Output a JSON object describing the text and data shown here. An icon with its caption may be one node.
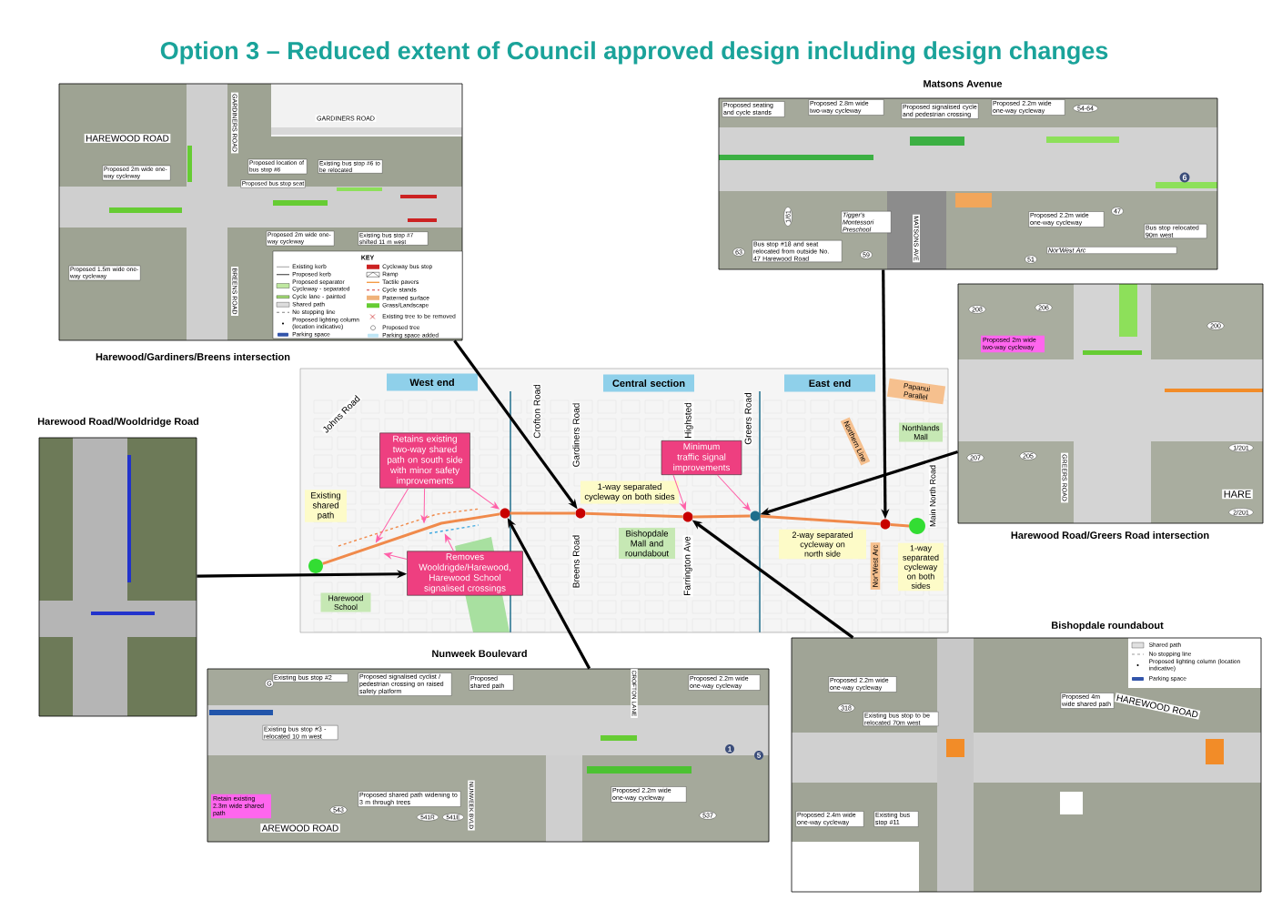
{
  "diagram": {
    "title": "Option 3 – Reduced extent of Council approved design including design changes",
    "nodes": [
      {
        "text": [
          "Harewood/Gardiners/Breens intersection"
        ]
      },
      {
        "text": [
          "Matsons Avenue"
        ]
      },
      {
        "text": [
          "Harewood Road/Wooldridge Road"
        ]
      },
      {
        "text": [
          "Harewood Road/Greers Road intersection"
        ]
      },
      {
        "text": [],
        "shape": "picture"
      },
      {
        "text": [
          "West end"
        ],
        "in": 4
      },
      {
        "text": [
          "Central section"
        ],
        "in": 4
      },
      {
        "text": [
          "East end"
        ],
        "in": 4
      },
      {
        "text": [
          "Retains existing two-way shared path on south side with minor safety improvements"
        ],
        "in": 4
      },
      {
        "text": [
          "Existing shared path"
        ],
        "in": 4
      },
      {
        "text": [
          "1-way separated cycleway on both sides"
        ],
        "in": 4
      },
      {
        "text": [
          "Minimum traffic signal improvements"
        ],
        "in": 4
      },
      {
        "text": [
          "2-way separated cycleway on north side"
        ],
        "in": 4
      },
      {
        "text": [
          "Papanui Parallel"
        ],
        "in": 4
      },
      {
        "text": [
          "Northern Line"
        ],
        "in": 4
      },
      {
        "text": [
          "Northlands Mall"
        ],
        "in": 4
      },
      {
        "text": [
          "Bishopdale Mall and roundabout"
        ],
        "in": 4
      },
      {
        "text": [
          "Harewood School"
        ],
        "in": 4
      },
      {
        "text": [
          "Removes Wooldrigde/Harewood, Harewood School signalised crossings"
        ],
        "in": 4
      },
      {
        "text": [
          "Nor'West Arc"
        ],
        "in": 4
      },
      {
        "text": [
          "1-way separated cycleway on both sides"
        ],
        "in": 4
      },
      {
        "text": [],
        "shape": "circle",
        "in": 4
      },
      {
        "text": [],
        "shape": "circle",
        "in": 4
      },
      {
        "text": [],
        "shape": "circle",
        "in": 4
      },
      {
        "text": [],
        "shape": "circle",
        "in": 4
      },
      {
        "text": [],
        "shape": "circle",
        "in": 4
      },
      {
        "text": [
          "Nunweek Boulevard"
        ]
      },
      {
        "text": [
          "Bishopdale roundabout"
        ]
      },
      {
        "text": [],
        "shape": "circle",
        "in": 4
      },
      {
        "text": [],
        "shape": "circle",
        "in": 4
      }
    ],
    "edges": [
      {
        "from": 0,
        "to": 22,
        "arrow": "to",
        "color": "#000000"
      },
      {
        "from": 1,
        "to": 25,
        "arrow": "to",
        "color": "#000000"
      },
      {
        "from": 3,
        "to": 24,
        "arrow": "to",
        "color": "#000000"
      },
      {
        "from": 27,
        "to": 23,
        "arrow": "to",
        "color": "#000000"
      },
      {
        "from": 26,
        "to": 21,
        "arrow": "to",
        "color": "#000000"
      },
      {
        "from": 2,
        "to": 18,
        "arrow": "to",
        "color": "#000000"
      },
      {
        "from": 8,
        "to": null,
        "arrow": "to"
      },
      {
        "from": 8,
        "to": null,
        "arrow": "to"
      },
      {
        "from": 8,
        "to": 21,
        "arrow": "to"
      },
      {
        "from": 18,
        "to": null,
        "arrow": "to"
      },
      {
        "from": 18,
        "to": null,
        "arrow": "to"
      },
      {
        "from": 11,
        "to": 23,
        "arrow": "to"
      },
      {
        "from": 11,
        "to": 24,
        "arrow": "to"
      },
      {
        "from": 28,
        "to": 21,
        "arrow": "none",
        "color": "#f08a4b"
      },
      {
        "from": 21,
        "to": 22,
        "arrow": "none",
        "color": "#f08a4b"
      },
      {
        "from": 22,
        "to": 23,
        "arrow": "none",
        "color": "#f08a4b"
      },
      {
        "from": 23,
        "to": 24,
        "arrow": "none",
        "color": "#f08a4b"
      },
      {
        "from": 24,
        "to": 25,
        "arrow": "none",
        "color": "#f08a4b"
      },
      {
        "from": 25,
        "to": 29,
        "arrow": "none",
        "color": "#f08a4b"
      }
    ],
    "labels": [
      "HAREWOOD ROAD",
      "GARDINERS ROAD",
      "GARDINERS ROAD",
      "Proposed location of bus stop #6",
      "Existing bus stop #6 to be relocated",
      "Proposed bus stop seat",
      "Proposed 2m wide one-way cycleway",
      "Proposed 2m wide one-way cycleway",
      "Existing bus stop #7 shifted 11 m west",
      "Proposed 1.5m wide one-way cycleway",
      "BREENS ROAD",
      "KEY",
      "Proposed seating and cycle stands",
      "Proposed 2.8m wide two-way cycleway",
      "Proposed signalised cycle and pedestrian crossing",
      "Proposed 2.2m wide one-way cycleway",
      "54-64",
      "6",
      "1/61",
      "Tigger's Montessori Preschool",
      "MATSONS AVE",
      "Proposed 2.2m wide one-way cycleway",
      "47",
      "Bus stop relocated 90m west",
      "63",
      "Bus stop #18 and seat relocated from outside No. 47 Harewood Road",
      "59",
      "Nor'West Arc",
      "51",
      "208",
      "206",
      "200",
      "Proposed 2m wide two-way cycleway",
      "207",
      "205",
      "GREERS ROAD",
      "1/201",
      "HARE",
      "2/201",
      "G",
      "Existing bus stop #2",
      "Proposed signalised cyclist / pedestrian crossing on raised safety platform",
      "Proposed shared path",
      "CROFTON LANE",
      "Proposed 2.2m wide one-way cycleway",
      "Existing bus stop #3 - relocated 10 m west",
      "1",
      "5",
      "Proposed shared path widening to 3 m through trees",
      "Proposed 2.2m wide one-way cycleway",
      "Retain existing 2.3m wide shared path",
      "543",
      "541R",
      "541E",
      "537",
      "AREWOOD ROAD",
      "NUNWEEK BVLD",
      "Shared path",
      "No stopping line",
      "Proposed lighting column (location indicative)",
      "Parking space",
      "Proposed 4m wide shared path",
      "Proposed 2.2m wide one-way cycleway",
      "318",
      "Existing bus stop to be relocated 70m west",
      "HAREWOOD ROAD",
      "Proposed 2.4m wide one-way cycleway",
      "Existing bus stop #11",
      "Johns Road",
      "Crofton Road",
      "Gardiners Road",
      "Highsted",
      "Greers Road",
      "Main North Road",
      "Breens Road",
      "Farrington Ave"
    ],
    "legend": [
      {
        "text": "Existing kerb"
      },
      {
        "text": "Proposed kerb"
      },
      {
        "text": "Proposed separator Cycleway - separated"
      },
      {
        "text": "Cycle lane - painted"
      },
      {
        "text": "Shared path"
      },
      {
        "text": "No stopping line"
      },
      {
        "text": "Proposed lighting column (location indicative)"
      },
      {
        "text": "Parking space"
      },
      {
        "text": "Cycleway bus stop",
        "color": "#cc2222"
      },
      {
        "text": "Ramp"
      },
      {
        "text": "Tactile pavers"
      },
      {
        "text": "Cycle stands"
      },
      {
        "text": "Patterned surface",
        "color": "#f0b27a"
      },
      {
        "text": "Grass/Landscape",
        "color": "#66cc33"
      },
      {
        "text": "Existing tree to be removed"
      },
      {
        "text": "Proposed tree"
      },
      {
        "text": "Parking space added"
      }
    ]
  }
}
